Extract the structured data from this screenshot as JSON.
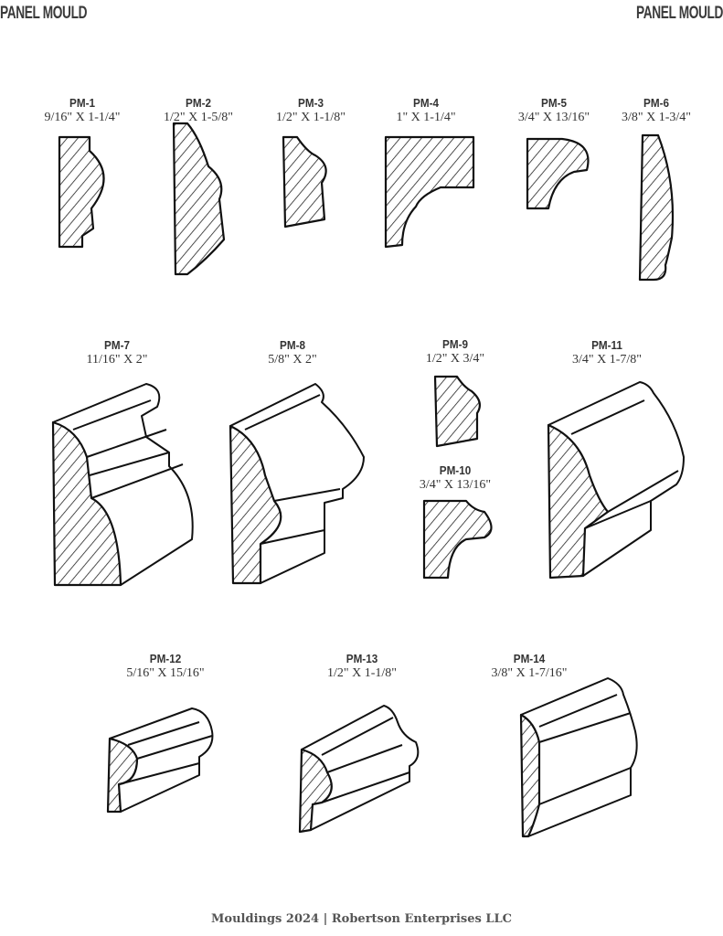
{
  "header": {
    "left_title": "PANEL MOULD",
    "right_title": "PANEL MOULD"
  },
  "mouldings": [
    {
      "code": "PM-1",
      "size": "9/16\" X 1-1/4\""
    },
    {
      "code": "PM-2",
      "size": "1/2\" X 1-5/8\""
    },
    {
      "code": "PM-3",
      "size": "1/2\" X 1-1/8\""
    },
    {
      "code": "PM-4",
      "size": "1\" X 1-1/4\""
    },
    {
      "code": "PM-5",
      "size": "3/4\" X 13/16\""
    },
    {
      "code": "PM-6",
      "size": "3/8\" X 1-3/4\""
    },
    {
      "code": "PM-7",
      "size": "11/16\" X 2\""
    },
    {
      "code": "PM-8",
      "size": "5/8\" X 2\""
    },
    {
      "code": "PM-9",
      "size": "1/2\" X 3/4\""
    },
    {
      "code": "PM-10",
      "size": "3/4\" X 13/16\""
    },
    {
      "code": "PM-11",
      "size": "3/4\" X 1-7/8\""
    },
    {
      "code": "PM-12",
      "size": "5/16\" X 15/16\""
    },
    {
      "code": "PM-13",
      "size": "1/2\" X 1-1/8\""
    },
    {
      "code": "PM-14",
      "size": "3/8\" X 1-7/16\""
    }
  ],
  "footer": {
    "text": "Mouldings 2024 | Robertson Enterprises LLC"
  }
}
